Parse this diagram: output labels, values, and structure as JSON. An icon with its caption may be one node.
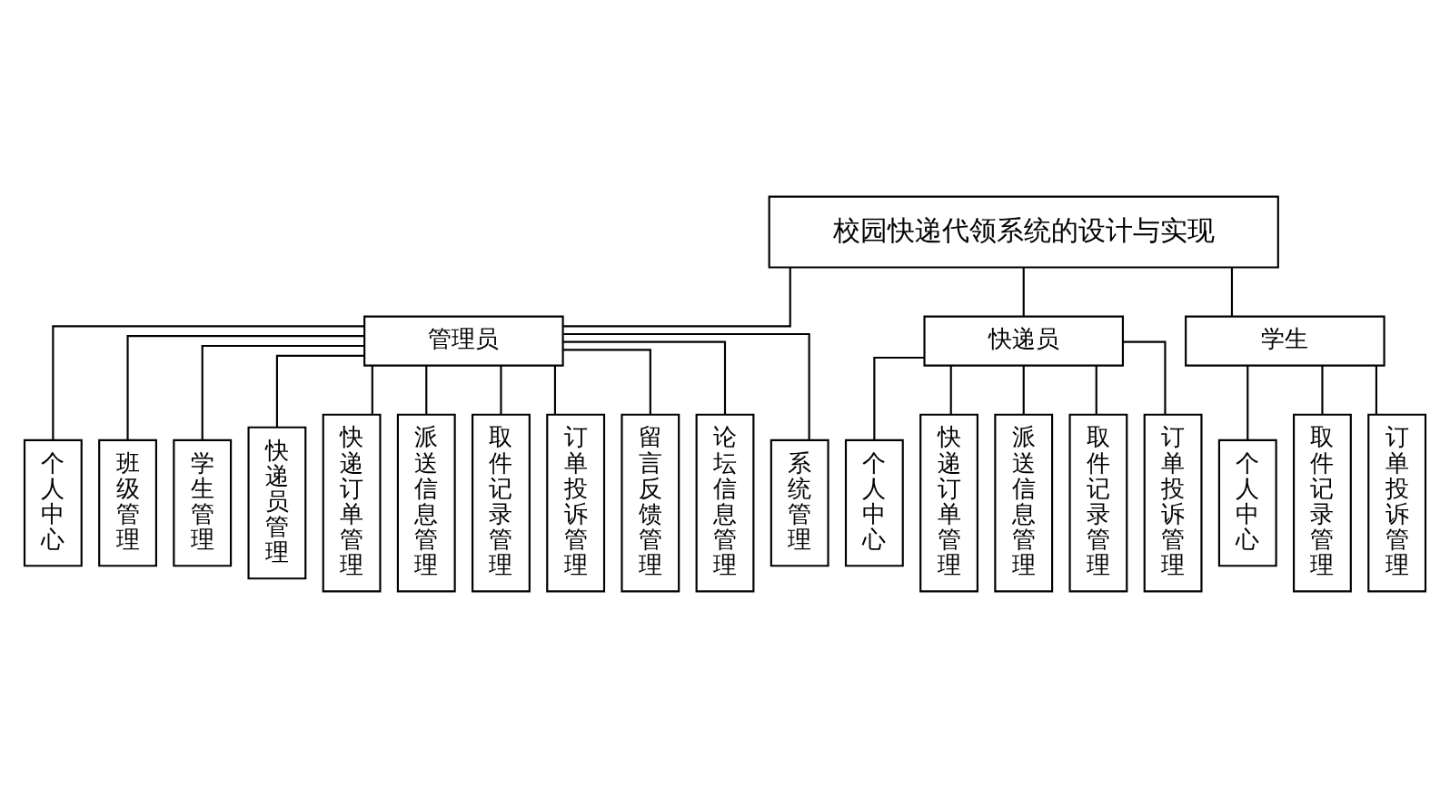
{
  "diagram": {
    "nodes": [
      {
        "text": [
          "校园快递代领系统的设计与实现"
        ]
      },
      {
        "text": [
          "管理员"
        ]
      },
      {
        "text": [
          "快递员"
        ]
      },
      {
        "text": [
          "学生"
        ]
      },
      {
        "text": [
          "个人中心"
        ]
      },
      {
        "text": [
          "班级管理"
        ]
      },
      {
        "text": [
          "学生管理"
        ]
      },
      {
        "text": [
          "快递员管理"
        ]
      },
      {
        "text": [
          "快递订单管理"
        ]
      },
      {
        "text": [
          "派送信息管理"
        ]
      },
      {
        "text": [
          "取件记录管理"
        ]
      },
      {
        "text": [
          "订单投诉管理"
        ]
      },
      {
        "text": [
          "留言反馈管理"
        ]
      },
      {
        "text": [
          "论坛信息管理"
        ]
      },
      {
        "text": [
          "系统管理"
        ]
      },
      {
        "text": [
          "个人中心"
        ]
      },
      {
        "text": [
          "快递订单管理"
        ]
      },
      {
        "text": [
          "派送信息管理"
        ]
      },
      {
        "text": [
          "取件记录管理"
        ]
      },
      {
        "text": [
          "订单投诉管理"
        ]
      },
      {
        "text": [
          "个人中心"
        ]
      },
      {
        "text": [
          "取件记录管理"
        ]
      },
      {
        "text": [
          "订单投诉管理"
        ]
      }
    ],
    "edges": [
      {
        "from": 0,
        "to": 1,
        "arrow": "none"
      },
      {
        "from": 0,
        "to": 2,
        "arrow": "none"
      },
      {
        "from": 0,
        "to": 3,
        "arrow": "none"
      },
      {
        "from": 1,
        "to": 4,
        "arrow": "none"
      },
      {
        "from": 1,
        "to": 5,
        "arrow": "none"
      },
      {
        "from": 1,
        "to": 6,
        "arrow": "none"
      },
      {
        "from": 1,
        "to": 7,
        "arrow": "none"
      },
      {
        "from": 1,
        "to": 8,
        "arrow": "none"
      },
      {
        "from": 1,
        "to": 9,
        "arrow": "none"
      },
      {
        "from": 1,
        "to": 10,
        "arrow": "none"
      },
      {
        "from": 1,
        "to": 11,
        "arrow": "none"
      },
      {
        "from": 1,
        "to": 12,
        "arrow": "none"
      },
      {
        "from": 1,
        "to": 13,
        "arrow": "none"
      },
      {
        "from": 1,
        "to": 14,
        "arrow": "none"
      },
      {
        "from": 2,
        "to": 15,
        "arrow": "none"
      },
      {
        "from": 2,
        "to": 16,
        "arrow": "none"
      },
      {
        "from": 2,
        "to": 17,
        "arrow": "none"
      },
      {
        "from": 2,
        "to": 18,
        "arrow": "none"
      },
      {
        "from": 2,
        "to": 19,
        "arrow": "none"
      },
      {
        "from": 3,
        "to": 20,
        "arrow": "none"
      },
      {
        "from": 3,
        "to": 21,
        "arrow": "none"
      },
      {
        "from": 3,
        "to": 22,
        "arrow": "none"
      }
    ]
  }
}
